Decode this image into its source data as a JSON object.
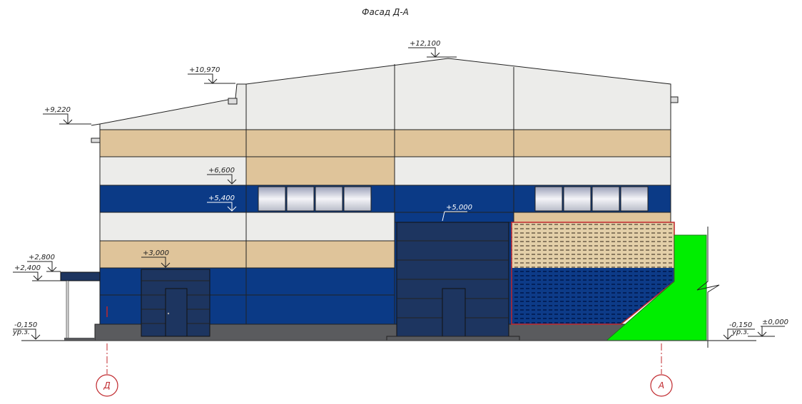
{
  "title": "Фасад Д-А",
  "elevations": {
    "ridge": "+12,100",
    "upper_roof": "+10,970",
    "lower_roof": "+9,220",
    "band_top": "+6,600",
    "band_bottom": "+5,400",
    "gate_top": "+5,000",
    "door_top": "+3,000",
    "canopy_top": "+2,800",
    "canopy_bottom": "+2,400",
    "ground_left": "-0,150",
    "ground_left_note": "ур.з.",
    "ground_right": "-0,150",
    "ground_right_note": "ур.з.",
    "zero": "±0,000"
  },
  "axes": {
    "left": "Д",
    "right": "А"
  },
  "colors": {
    "white_panel": "#ececea",
    "beige_panel": "#dfc49a",
    "blue_panel": "#0b3a86",
    "navy_door": "#1d3560",
    "plinth": "#5a5b5e",
    "ground_fill": "#00ee00",
    "axis_red": "#c0282d"
  }
}
